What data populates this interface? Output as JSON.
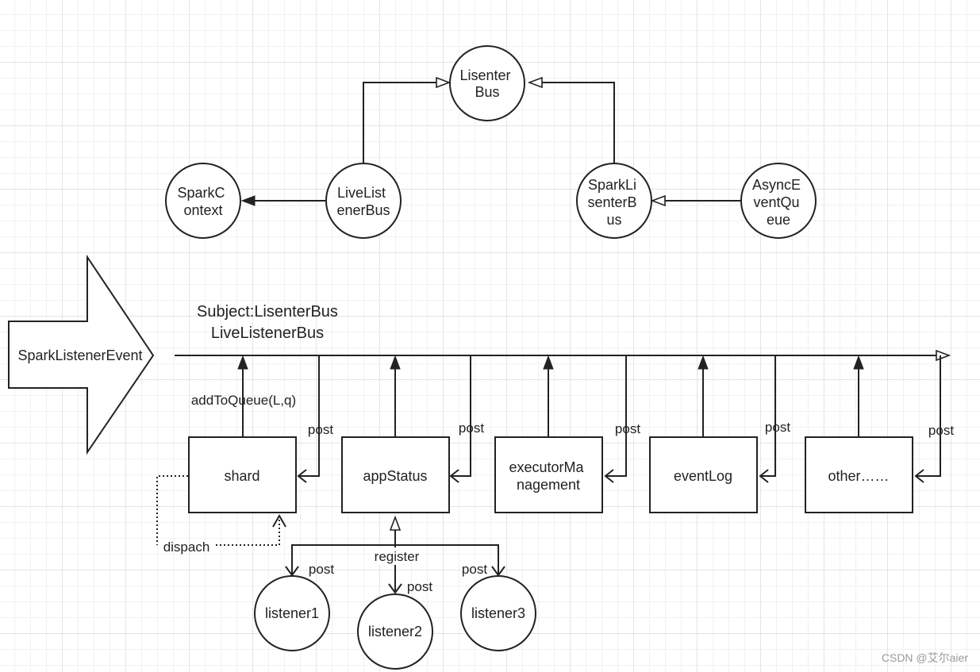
{
  "nodes": {
    "lisenter_bus": [
      "Lisenter",
      "Bus"
    ],
    "spark_context": [
      "SparkC",
      "ontext"
    ],
    "live_listener_bus": [
      "LiveList",
      "enerBus"
    ],
    "spark_listener_bus": [
      "SparkLi",
      "senterB",
      "us"
    ],
    "async_event_queue": [
      "AsyncE",
      "ventQu",
      "eue"
    ]
  },
  "big_arrow_label": "SparkListenerEvent",
  "subject": {
    "line1": "Subject:LisenterBus",
    "line2": "LiveListenerBus"
  },
  "queues": {
    "shard": [
      "shard"
    ],
    "app_status": [
      "appStatus"
    ],
    "executor_management": [
      "executorMa",
      "nagement"
    ],
    "event_log": [
      "eventLog"
    ],
    "other": [
      "other……"
    ]
  },
  "edge_labels": {
    "add_to_queue": "addToQueue(L,q)",
    "post": "post",
    "dispatch": "dispach",
    "register": "register"
  },
  "listeners": {
    "listener1": "listener1",
    "listener2": "listener2",
    "listener3": "listener3"
  },
  "watermark": "CSDN @艾尔aier"
}
